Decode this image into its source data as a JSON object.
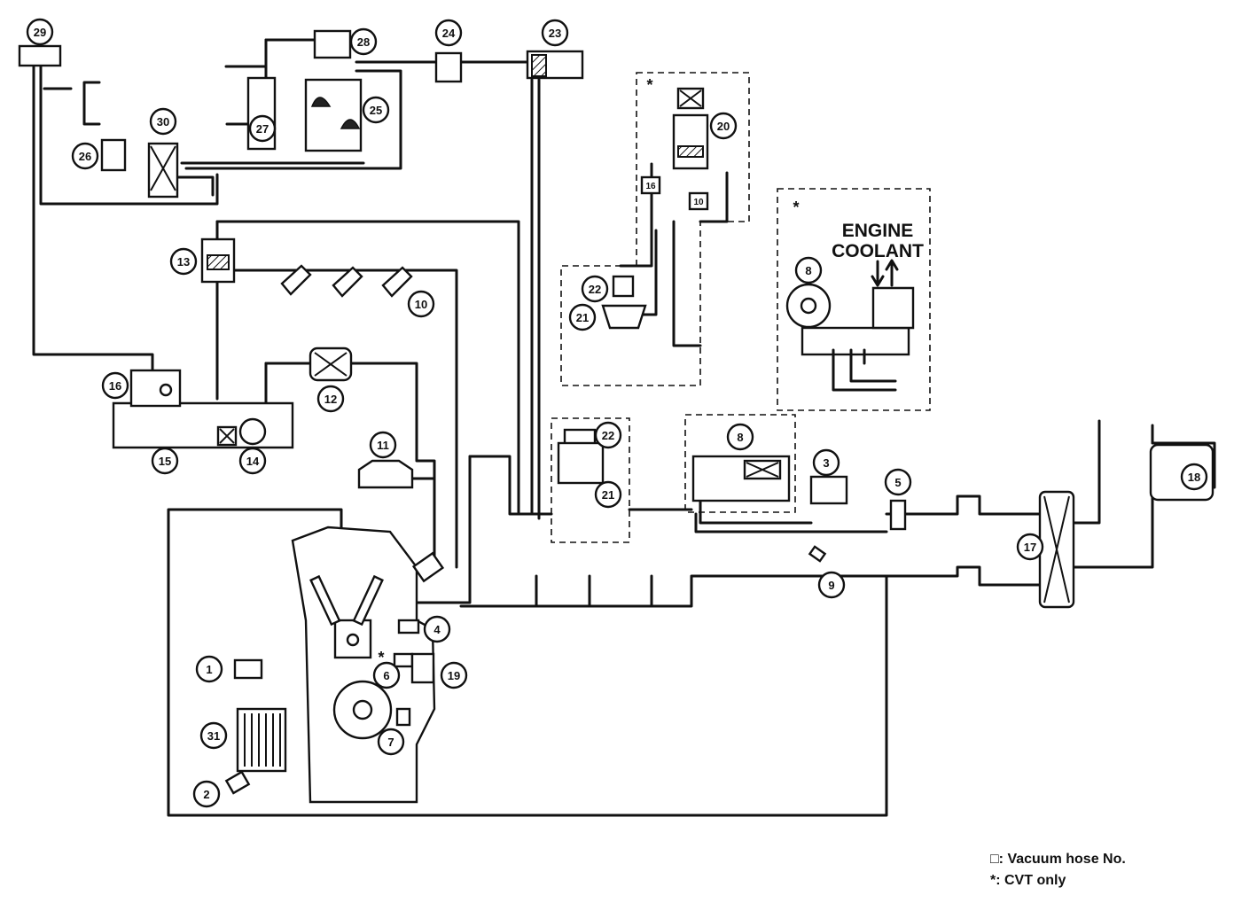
{
  "labels": {
    "engine_coolant_line1": "ENGINE",
    "engine_coolant_line2": "COOLANT",
    "cvt_star_top": "*",
    "cvt_star_right": "*",
    "cvt_star_engine": "*"
  },
  "hose_numbers": {
    "hose_upper": "16",
    "hose_lower": "10"
  },
  "callouts": {
    "c1": "1",
    "c2": "2",
    "c3": "3",
    "c4": "4",
    "c5": "5",
    "c6": "6",
    "c7": "7",
    "c8_left": "8",
    "c8_right": "8",
    "c9": "9",
    "c10": "10",
    "c11": "11",
    "c12": "12",
    "c13": "13",
    "c14": "14",
    "c15": "15",
    "c16": "16",
    "c17": "17",
    "c18": "18",
    "c19": "19",
    "c20": "20",
    "c21_top": "21",
    "c21_mid": "21",
    "c22_top": "22",
    "c22_mid": "22",
    "c23": "23",
    "c24": "24",
    "c25": "25",
    "c26": "26",
    "c27": "27",
    "c28": "28",
    "c29": "29",
    "c30": "30",
    "c31": "31"
  },
  "legend": {
    "vacuum_hose": "□: Vacuum hose No.",
    "cvt_only": "*: CVT only"
  }
}
